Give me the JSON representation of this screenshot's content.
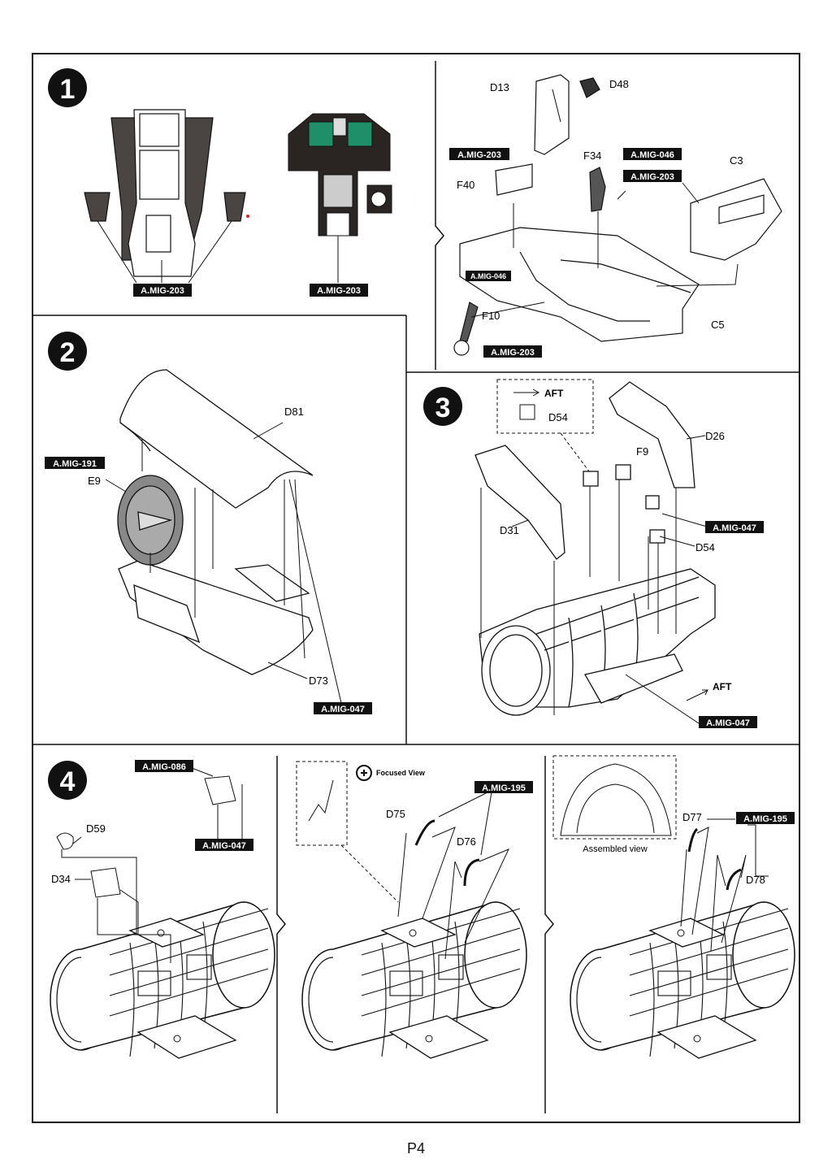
{
  "page_number": "P4",
  "colors": {
    "line": "#111111",
    "label_bg": "#111111",
    "label_fg": "#ffffff",
    "panel_green": "#1f8f6a",
    "panel_dark": "#2a2422"
  },
  "steps": [
    {
      "number": "1",
      "paint_labels": [
        "A.MIG-203",
        "A.MIG-203",
        "A.MIG-203",
        "A.MIG-046",
        "A.MIG-203",
        "A.MIG-046",
        "A.MIG-203"
      ],
      "parts": [
        "D13",
        "D48",
        "F40",
        "F34",
        "C3",
        "F10",
        "C5"
      ]
    },
    {
      "number": "2",
      "paint_labels": [
        "A.MIG-191",
        "A.MIG-047"
      ],
      "parts": [
        "D81",
        "E9",
        "D73"
      ]
    },
    {
      "number": "3",
      "paint_labels": [
        "A.MIG-047",
        "A.MIG-047"
      ],
      "parts": [
        "D54",
        "D26",
        "F9",
        "D31",
        "D54"
      ],
      "inset_direction": "AFT",
      "direction": "AFT"
    },
    {
      "number": "4",
      "paint_labels": [
        "A.MIG-086",
        "A.MIG-047",
        "A.MIG-195",
        "A.MIG-195"
      ],
      "parts": [
        "D59",
        "D34",
        "D75",
        "D76",
        "D77",
        "D78"
      ],
      "focused_view": "Focused View",
      "assembled_view": "Assembled view"
    }
  ]
}
